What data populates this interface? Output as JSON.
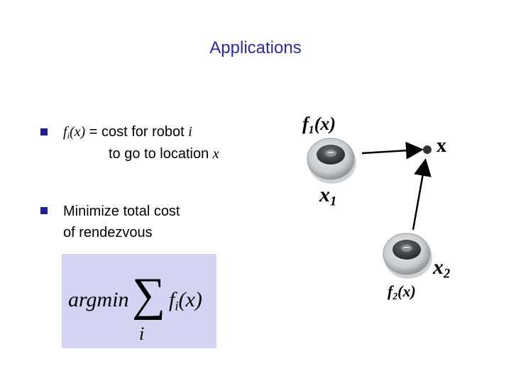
{
  "slide": {
    "title": "Applications",
    "bullet1": {
      "fi_base": "f",
      "fi_sub": "i",
      "fi_arg": "(x)",
      "text_before_i": " = cost for robot ",
      "robot_var": "i",
      "line2_text": "to go to location ",
      "location_var": "x"
    },
    "bullet2": {
      "line1": "Minimize total cost",
      "line2": "of rendezvous"
    },
    "formula": {
      "operator": "argmin",
      "sum_symbol": "∑",
      "term": "f",
      "term_sub": "i",
      "term_arg": "(x)",
      "index": "i"
    },
    "diagram": {
      "f1_base": "f",
      "f1_sub": "1",
      "f1_arg": "(x)",
      "x_label": "x",
      "x1_base": "x",
      "x1_sub": "1",
      "x2_base": "x",
      "x2_sub": "2",
      "f2_base": "f",
      "f2_sub": "2",
      "f2_arg": "(x)"
    }
  },
  "colors": {
    "title": "#2a2aa8",
    "bullet": "#1e1e9a",
    "formula_box": "#d4d4f2",
    "robot_body": "#c9ccd0",
    "robot_top": "#3e4246"
  },
  "icons": {
    "bullet": "square-bullet-icon",
    "robot": "robot-vacuum-icon",
    "target": "target-point-icon"
  }
}
